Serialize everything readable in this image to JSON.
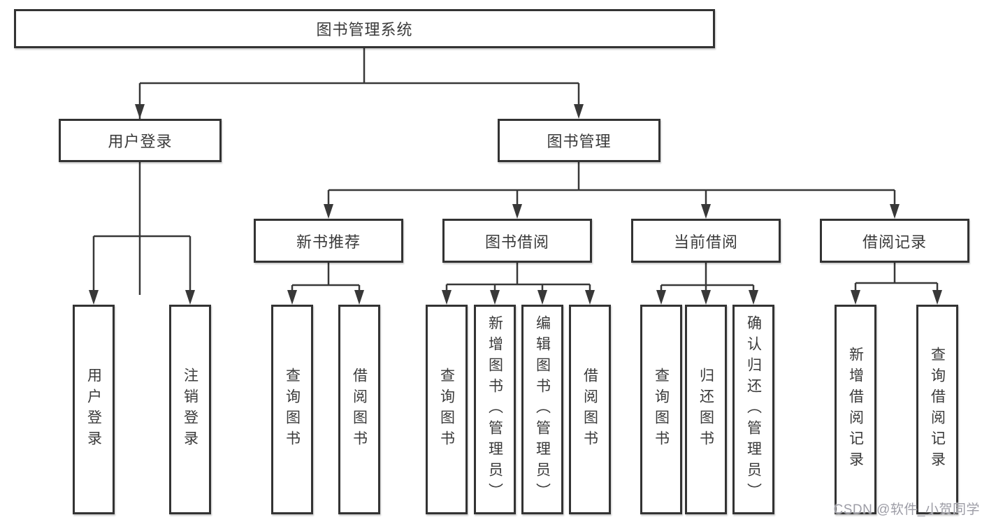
{
  "diagram": {
    "title": "图书管理系统",
    "branches": [
      {
        "label": "用户登录",
        "children": [
          "用户登录",
          "注销登录"
        ]
      },
      {
        "label": "图书管理",
        "sections": [
          {
            "label": "新书推荐",
            "children": [
              "查询图书",
              "借阅图书"
            ]
          },
          {
            "label": "图书借阅",
            "children": [
              "查询图书",
              "新增图书（管理员）",
              "编辑图书（管理员）",
              "借阅图书"
            ]
          },
          {
            "label": "当前借阅",
            "children": [
              "查询图书",
              "归还图书",
              "确认归还（管理员）"
            ]
          },
          {
            "label": "借阅记录",
            "children": [
              "新增借阅记录",
              "查询借阅记录"
            ]
          }
        ]
      }
    ]
  },
  "watermark": {
    "text": "CSDN @软件_小贺同学"
  },
  "colors": {
    "line": "#383838",
    "border": "#333333",
    "text": "#3a3a3a",
    "watermark": "#9d9da6",
    "background": "#ffffff"
  }
}
